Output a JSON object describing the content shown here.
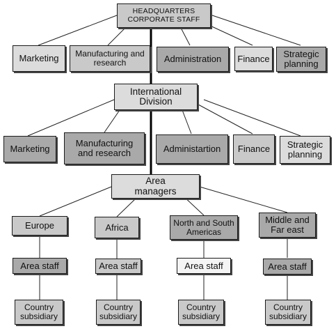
{
  "headquarters": {
    "line1": "HEADQUARTERS",
    "line2": "CORPORATE STAFF",
    "functions": [
      "Marketing",
      "Manufacturing and research",
      "Administration",
      "Finance",
      "Strategic planning"
    ]
  },
  "international_division": {
    "label_line1": "International",
    "label_line2": "Division",
    "functions": [
      "Marketing",
      "Manufacturing and research",
      "Administartion",
      "Finance",
      "Strategic planning"
    ]
  },
  "area_managers": {
    "line1": "Area",
    "line2": "managers"
  },
  "regions": [
    {
      "name": "Europe",
      "staff": "Area staff",
      "subsidiary": "Country subsidiary"
    },
    {
      "name": "Africa",
      "staff": "Area staff",
      "subsidiary": "Country subsidiary"
    },
    {
      "name": "North and South Americas",
      "staff": "Area staff",
      "subsidiary": "Country subsidiary"
    },
    {
      "name": "Middle and Far east",
      "staff": "Area staff",
      "subsidiary": "Country subsidiary"
    }
  ]
}
